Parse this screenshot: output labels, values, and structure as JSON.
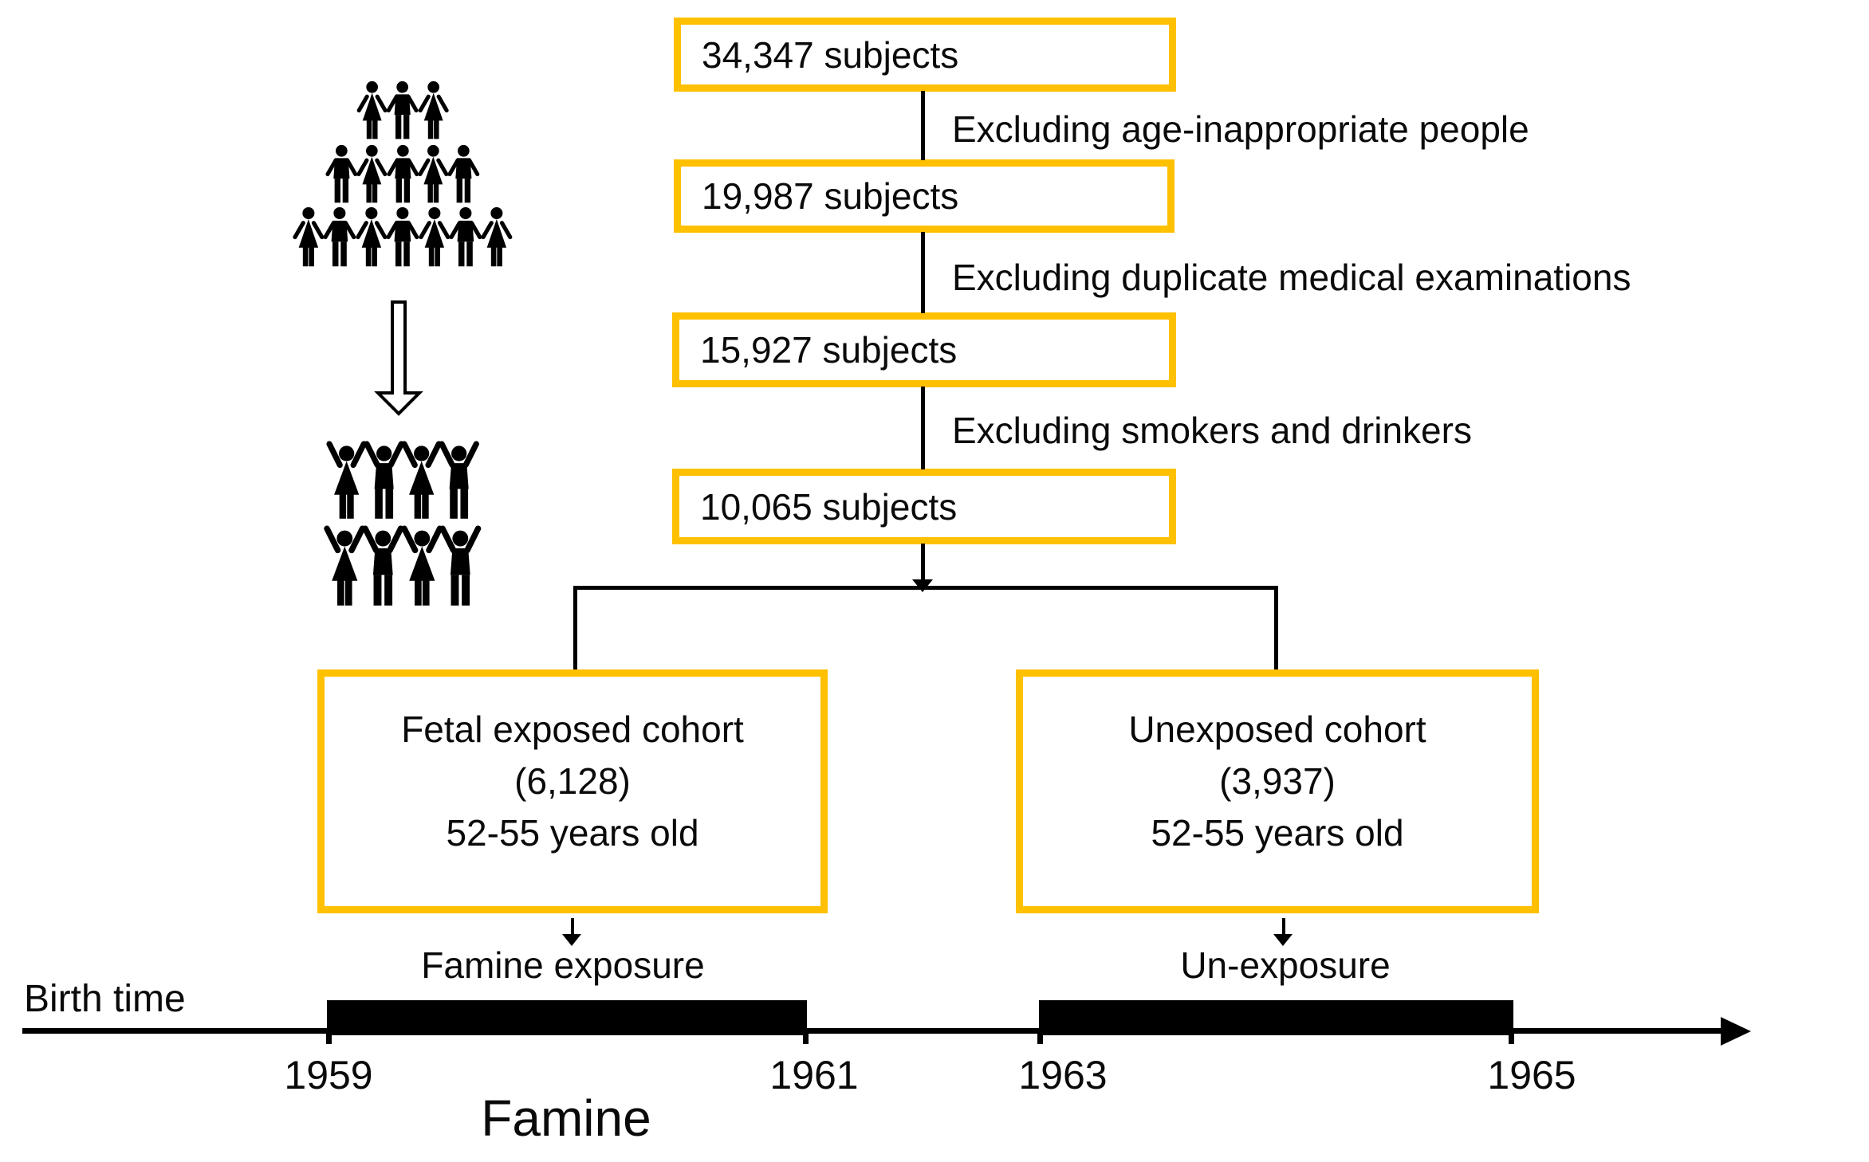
{
  "flowchart": {
    "boxes": [
      {
        "label": "34,347 subjects"
      },
      {
        "label": "19,987 subjects"
      },
      {
        "label": "15,927 subjects"
      },
      {
        "label": "10,065 subjects"
      }
    ],
    "exclusion_labels": [
      "Excluding age-inappropriate people",
      "Excluding duplicate medical examinations",
      "Excluding smokers and drinkers"
    ],
    "cohorts": {
      "exposed": {
        "title": "Fetal exposed cohort",
        "count": "(6,128)",
        "age": "52-55 years old",
        "arrow_label": "Famine exposure"
      },
      "unexposed": {
        "title": "Unexposed cohort",
        "count": "(3,937)",
        "age": "52-55 years old",
        "arrow_label": "Un-exposure"
      }
    }
  },
  "timeline": {
    "axis_label": "Birth time",
    "tick_labels": [
      "1959",
      "1961",
      "1963",
      "1965"
    ],
    "bars": [
      {
        "name": "famine-exposure-period",
        "from": "1959",
        "to": "1961"
      },
      {
        "name": "unexposed-period",
        "from": "1963",
        "to": "1965"
      }
    ],
    "caption": "Famine"
  },
  "pictograms": {
    "crowd_icon": "crowd-of-people-icon",
    "funnel_icon": "down-block-arrow-icon",
    "selected_icon": "celebrating-people-icon",
    "large_crowd_rows": [
      [
        "woman",
        "man",
        "woman"
      ],
      [
        "man",
        "woman",
        "man",
        "woman",
        "man"
      ],
      [
        "woman",
        "man",
        "woman",
        "man",
        "woman",
        "man",
        "woman"
      ]
    ],
    "small_crowd_rows": [
      [
        "woman-up",
        "man-up",
        "woman-up",
        "man-up"
      ],
      [
        "woman-up",
        "man-up",
        "woman-up",
        "man-up"
      ]
    ]
  },
  "colors": {
    "box_border": "#FFC000",
    "ink": "#000000",
    "background": "#FFFFFF"
  }
}
